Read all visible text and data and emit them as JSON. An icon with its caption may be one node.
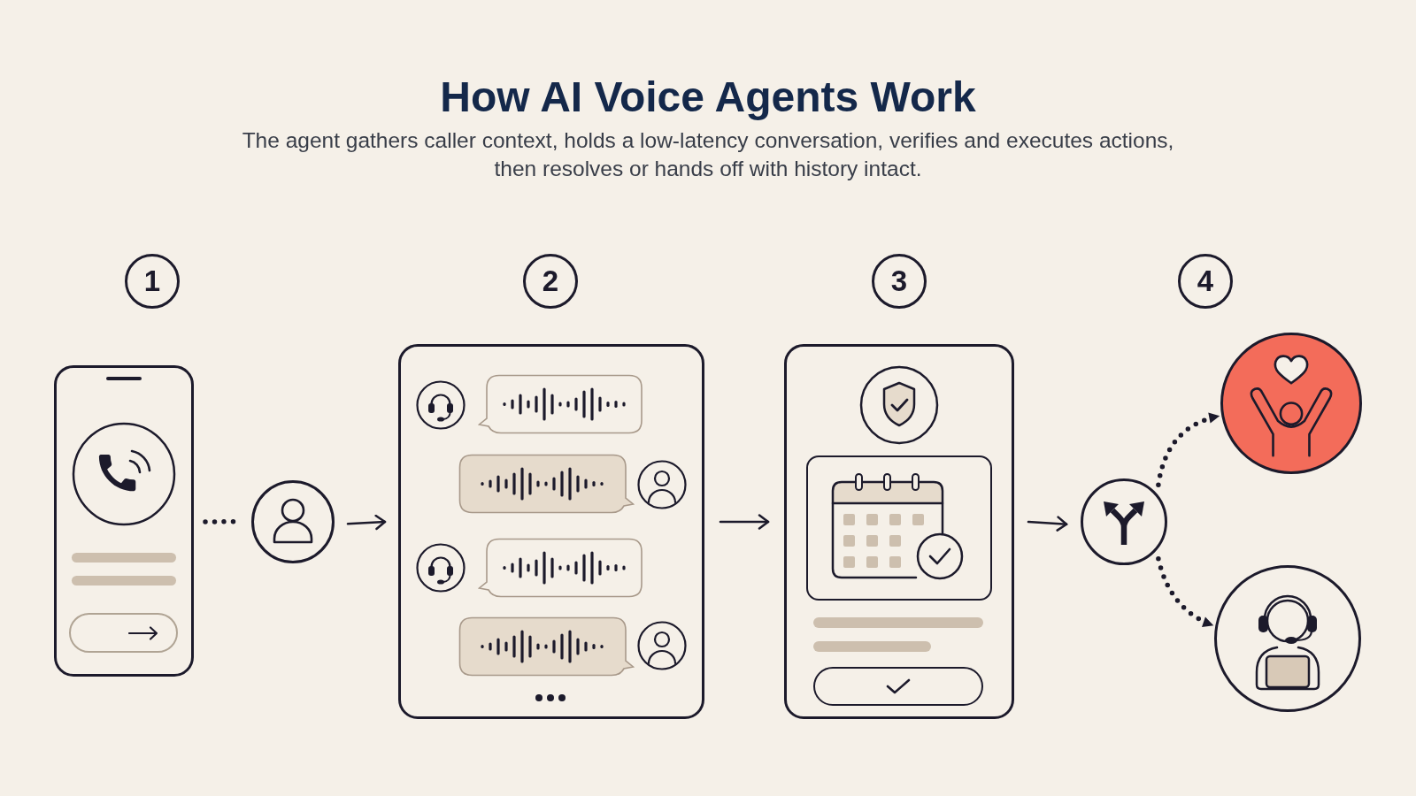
{
  "diagram": {
    "title": "How AI Voice Agents Work",
    "caption": "The agent gathers caller context, holds a low-latency conversation, verifies and executes actions, then resolves or hands off with history intact.",
    "nodes": [
      {
        "text": [
          "1"
        ]
      },
      {
        "text": [
          "2"
        ]
      },
      {
        "text": [
          "3"
        ]
      },
      {
        "text": [
          "4"
        ]
      },
      {
        "text": [],
        "shape": "box"
      },
      {
        "text": [],
        "shape": "circle"
      },
      {
        "text": [],
        "shape": "box"
      },
      {
        "text": [],
        "shape": "box"
      },
      {
        "text": [],
        "shape": "circle"
      },
      {
        "text": [],
        "shape": "circle"
      },
      {
        "text": [],
        "shape": "circle"
      }
    ],
    "edges": [
      {
        "from": 4,
        "to": 5,
        "arrow": "none",
        "style": "dashed"
      },
      {
        "from": 5,
        "to": 6,
        "arrow": "to"
      },
      {
        "from": 6,
        "to": 7,
        "arrow": "to"
      },
      {
        "from": 7,
        "to": 8,
        "arrow": "to"
      },
      {
        "from": 8,
        "to": 9,
        "arrow": "to",
        "style": "dashed"
      },
      {
        "from": 8,
        "to": 10,
        "arrow": "to",
        "style": "dashed"
      }
    ]
  }
}
